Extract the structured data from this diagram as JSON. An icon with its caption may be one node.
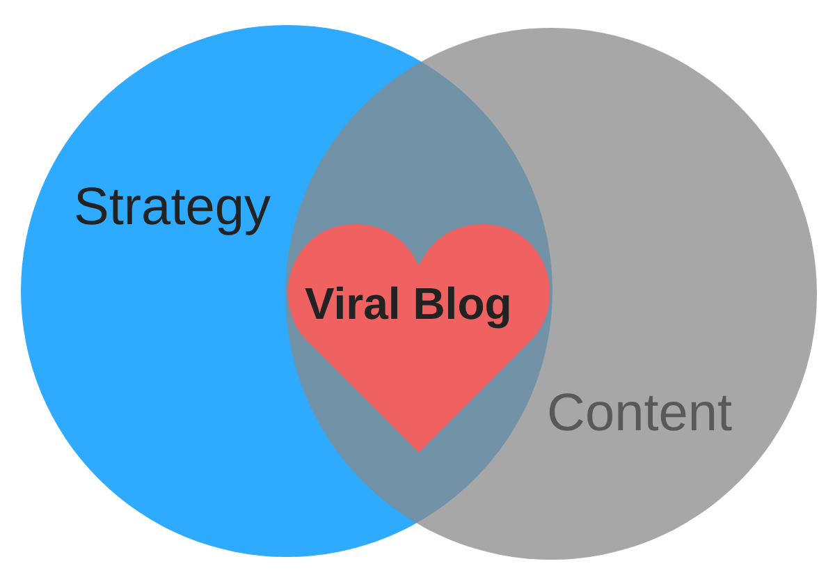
{
  "diagram": {
    "nodes": [
      {
        "text": [
          "Strategy"
        ]
      },
      {
        "text": [
          "Content"
        ]
      },
      {
        "text": [
          "Viral Blog"
        ]
      }
    ]
  }
}
